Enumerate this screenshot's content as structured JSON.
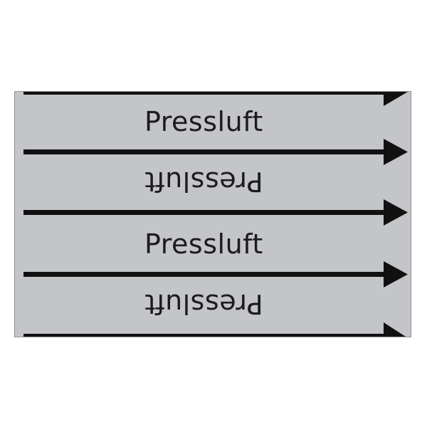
{
  "label": {
    "background_color": "#c3c5c8",
    "arrow_color": "#111111",
    "text_color": "#1c1c1c",
    "rows": [
      {
        "text": "Pressluft",
        "orientation": "upright"
      },
      {
        "text": "Pressluft",
        "orientation": "inverted"
      },
      {
        "text": "Pressluft",
        "orientation": "upright"
      },
      {
        "text": "Pressluft",
        "orientation": "inverted"
      }
    ],
    "arrow_direction": "right"
  }
}
